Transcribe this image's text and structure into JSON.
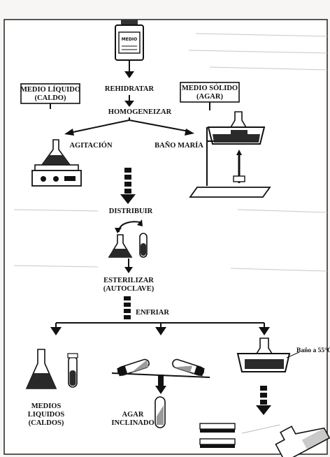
{
  "steps": {
    "medio_liquido_1": "MEDIO LÍQUIDO",
    "medio_liquido_2": "(CALDO)",
    "rehidratar": "REHIDRATAR",
    "medio_solido_1": "MEDIO SÓLIDO",
    "medio_solido_2": "(AGAR)",
    "homogeneizar": "HOMOGENEIZAR",
    "agitacion": "AGITACIÓN",
    "bano_maria": "BAÑO MARÍA",
    "distribuir": "DISTRIBUIR",
    "esterilizar_1": "ESTERILIZAR",
    "esterilizar_2": "(AUTOCLAVE)",
    "enfriar": "ENFRIAR",
    "bano_55": "Baño a 55°C",
    "medios_1": "MEDIOS",
    "medios_2": "LIQUIDOS",
    "medios_3": "(CALDOS)",
    "agar_1": "AGAR",
    "agar_2": "INCLINADO"
  },
  "bottle_label": "MEDIO"
}
